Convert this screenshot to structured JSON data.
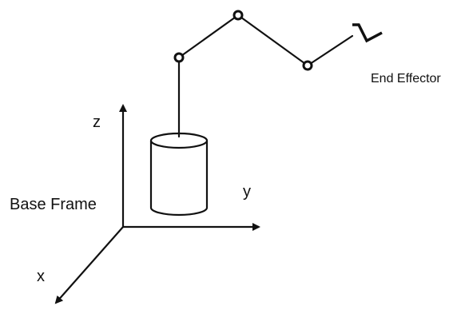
{
  "labels": {
    "end_effector": "End Effector",
    "z_axis": "z",
    "y_axis": "y",
    "x_axis": "x",
    "base_frame": "Base Frame"
  },
  "colors": {
    "line": "#111111",
    "joint_fill": "#ffffff",
    "background": "#ffffff"
  }
}
